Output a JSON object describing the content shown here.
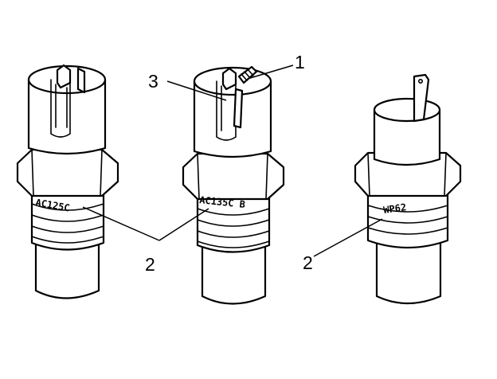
{
  "callouts": {
    "one": "1",
    "two_center": "2",
    "two_right": "2",
    "three": "3"
  },
  "stamps": {
    "left": "AC125C",
    "center": "AC135C B",
    "right": "WP62"
  }
}
